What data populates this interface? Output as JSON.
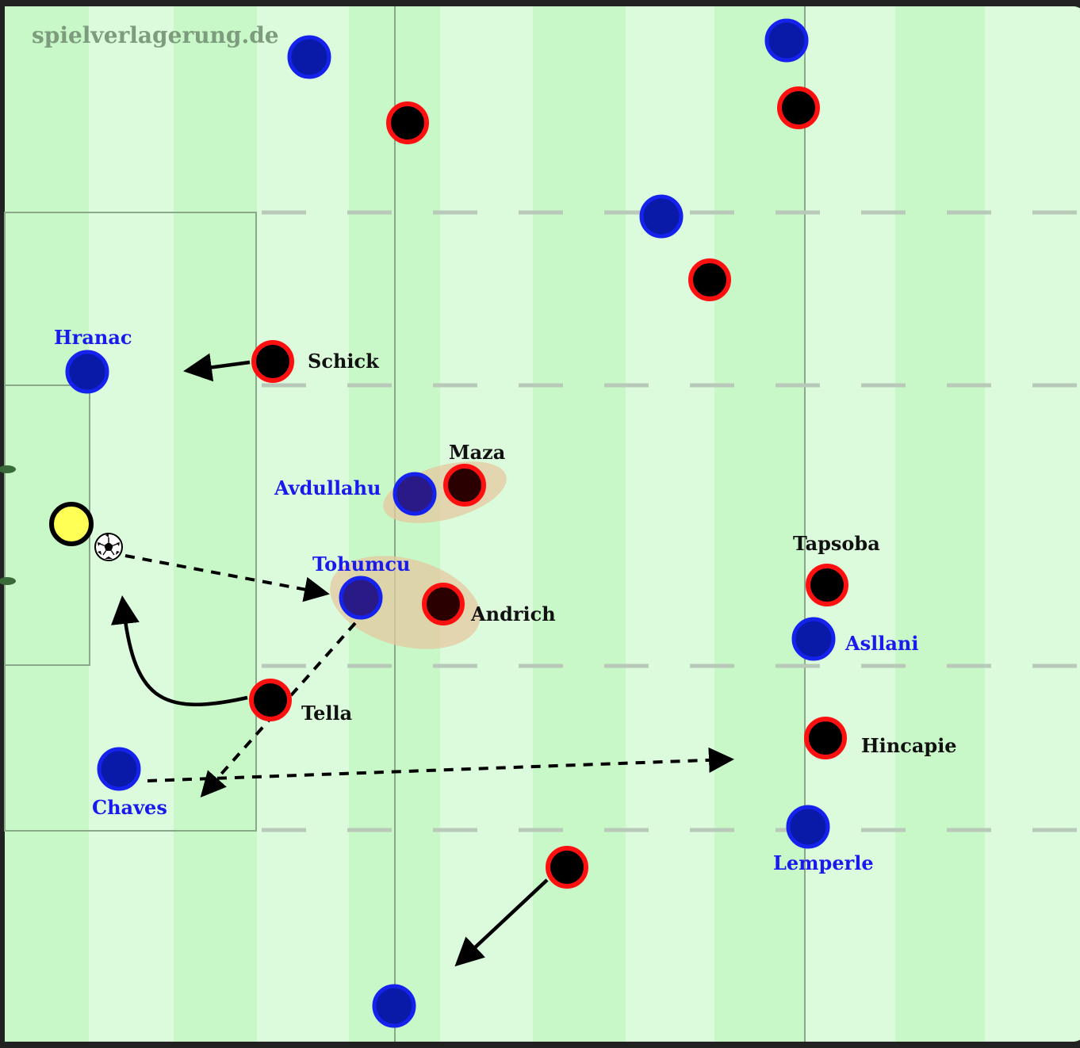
{
  "watermark": "spielverlagerung.de",
  "colors": {
    "stripe_light": "#dcfadc",
    "stripe_dark": "#c8f8c8",
    "team_blue_fill": "#0a1aa8",
    "team_blue_ring": "#1522ee",
    "team_red_ring": "#ff1010",
    "team_red_fill": "#000000",
    "goalkeeper_fill": "#ffff55",
    "label_blue": "#1a1aee",
    "label_black": "#111111"
  },
  "players": {
    "blue": [
      {
        "id": "b1",
        "label": ""
      },
      {
        "id": "b2",
        "label": ""
      },
      {
        "id": "b3",
        "label": ""
      },
      {
        "id": "hranac",
        "label": "Hranac"
      },
      {
        "id": "avdullahu",
        "label": "Avdullahu"
      },
      {
        "id": "tohumcu",
        "label": "Tohumcu"
      },
      {
        "id": "chaves",
        "label": "Chaves"
      },
      {
        "id": "asllani",
        "label": "Asllani"
      },
      {
        "id": "lemperle",
        "label": "Lemperle"
      },
      {
        "id": "b4",
        "label": ""
      }
    ],
    "red": [
      {
        "id": "r1",
        "label": ""
      },
      {
        "id": "r2",
        "label": ""
      },
      {
        "id": "r3",
        "label": ""
      },
      {
        "id": "schick",
        "label": "Schick"
      },
      {
        "id": "maza",
        "label": "Maza"
      },
      {
        "id": "andrich",
        "label": "Andrich"
      },
      {
        "id": "tella",
        "label": "Tella"
      },
      {
        "id": "tapsoba",
        "label": "Tapsoba"
      },
      {
        "id": "hincapie",
        "label": "Hincapie"
      },
      {
        "id": "r4",
        "label": ""
      }
    ],
    "goalkeeper": {
      "id": "gk",
      "label": ""
    }
  },
  "ball": {
    "icon": "football-icon"
  }
}
